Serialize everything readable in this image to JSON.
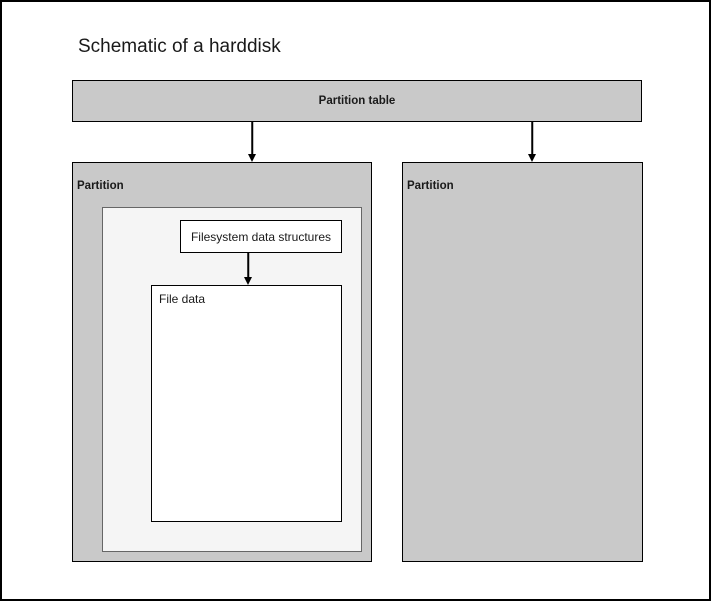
{
  "colors": {
    "canvas_bg": "#ffffff",
    "frame_border": "#000000",
    "partition_fill": "#c9c9c9",
    "partition_border": "#000000",
    "inner_fill": "#f5f5f5",
    "inner_border": "#666666",
    "white_box_fill": "#ffffff",
    "white_box_border": "#000000",
    "arrow_color": "#000000",
    "text_color": "#1a1a1a"
  },
  "diagram": {
    "title": "Schematic of a harddisk",
    "partition_table": {
      "label": "Partition table"
    },
    "partitions": [
      {
        "label": "Partition"
      },
      {
        "label": "Partition"
      }
    ],
    "filesystem_box": {
      "label": "Filesystem data structures"
    },
    "file_data_box": {
      "label": "File data"
    }
  }
}
